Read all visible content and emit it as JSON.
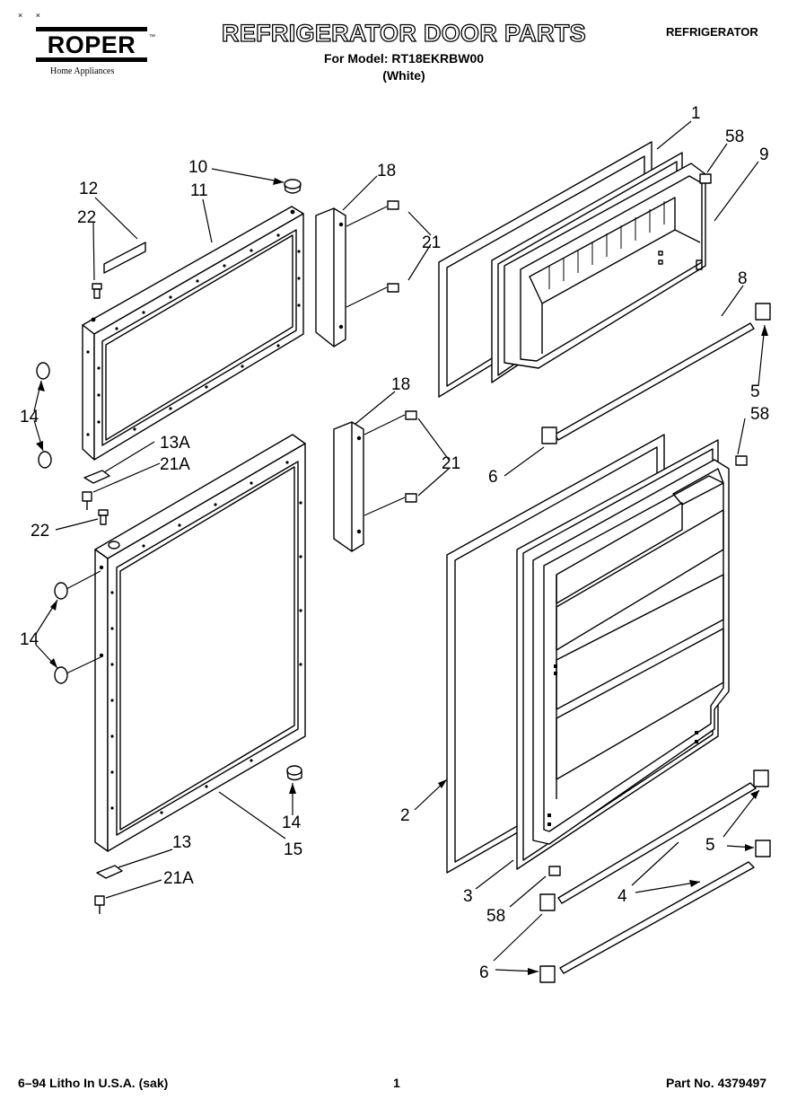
{
  "header": {
    "brand": "ROPER",
    "brand_tagline": "Home Appliances",
    "title": "REFRIGERATOR DOOR PARTS",
    "model_line": "For Model: RT18EKRBW00",
    "color_line": "(White)",
    "category": "REFRIGERATOR"
  },
  "footer": {
    "litho": "6–94 Litho In U.S.A. (sak)",
    "page": "1",
    "part_number": "Part No. 4379497"
  },
  "callouts": {
    "c1": "1",
    "c58a": "58",
    "c9": "9",
    "c10": "10",
    "c18a": "18",
    "c12": "12",
    "c11": "11",
    "c22a": "22",
    "c21a": "21",
    "c8": "8",
    "c5a": "5",
    "c14a": "14",
    "c13a": "13A",
    "c21A1": "21A",
    "c58b": "58",
    "c18b": "18",
    "c6a": "6",
    "c21b": "21",
    "c22b": "22",
    "c14b": "14",
    "c14c": "14",
    "c15": "15",
    "c2": "2",
    "c13": "13",
    "c21A2": "21A",
    "c5b": "5",
    "c3": "3",
    "c4": "4",
    "c58c": "58",
    "c6b": "6"
  }
}
